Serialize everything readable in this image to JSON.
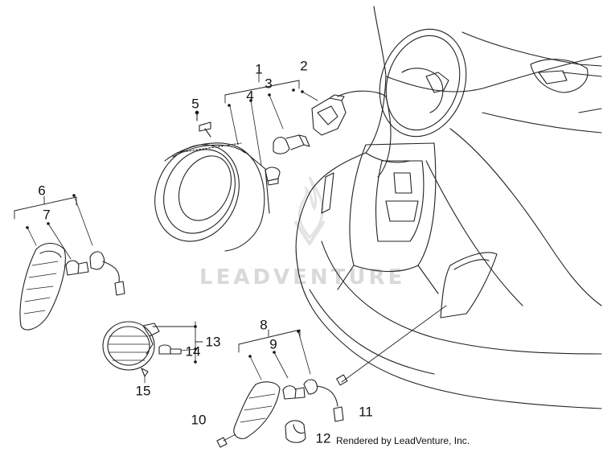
{
  "callouts": {
    "c1": "1",
    "c2": "2",
    "c3": "3",
    "c4": "4",
    "c5": "5",
    "c6": "6",
    "c7": "7",
    "c8": "8",
    "c9": "9",
    "c10": "10",
    "c11": "11",
    "c12": "12",
    "c13": "13",
    "c14": "14",
    "c15": "15"
  },
  "watermark": "LEADVENTURE",
  "credit": "Rendered by LeadVenture, Inc."
}
